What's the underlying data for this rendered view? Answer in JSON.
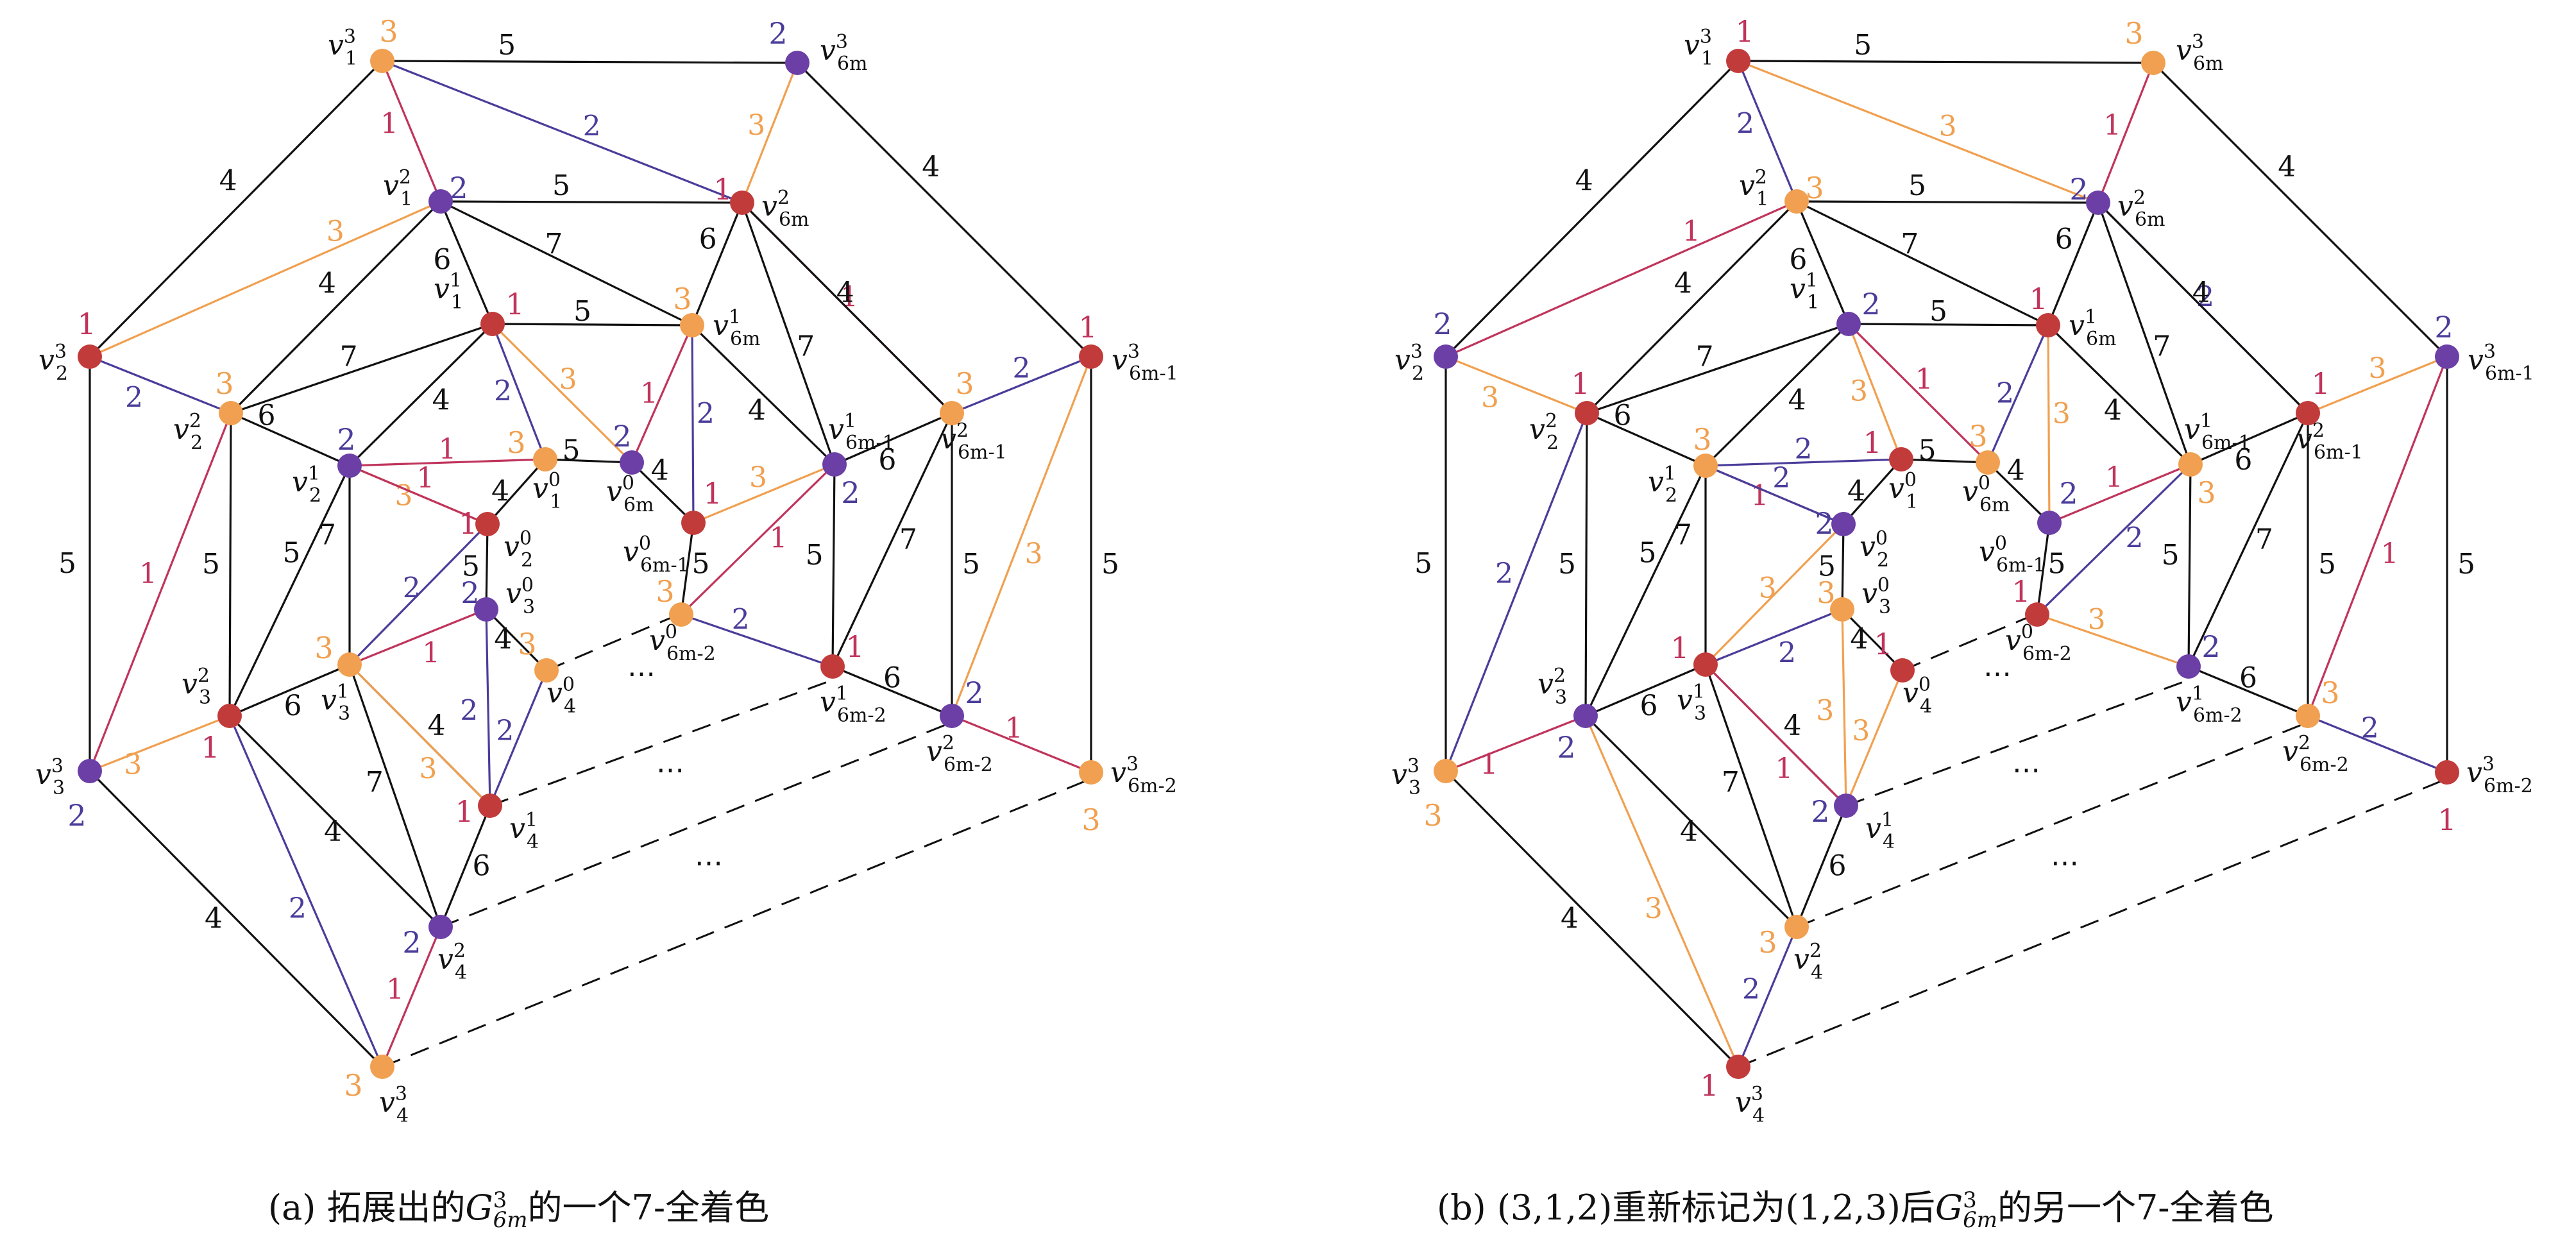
{
  "colors": {
    "c1": "#c0345c",
    "c2": "#4a3d9a",
    "c3": "#f0a050",
    "black": "#111111",
    "v_red": "#c23b3b",
    "v_purple": "#6b3fa6",
    "v_orange": "#f0a050"
  },
  "vertex_labels": {
    "v1_3": "v",
    "v1_3_sup": "3",
    "v1_3_sub": "1",
    "v6m_3": "v",
    "v6m_3_sup": "3",
    "v6m_3_sub": "6m",
    "v1_2": "v",
    "v1_2_sup": "2",
    "v1_2_sub": "1",
    "v6m_2": "v",
    "v6m_2_sup": "2",
    "v6m_2_sub": "6m",
    "v1_1": "v",
    "v1_1_sup": "1",
    "v1_1_sub": "1",
    "v6m_1": "v",
    "v6m_1_sup": "1",
    "v6m_1_sub": "6m",
    "v2_3": "v",
    "v2_3_sup": "3",
    "v2_3_sub": "2",
    "v6m1_3": "v",
    "v6m1_3_sup": "3",
    "v6m1_3_sub": "6m-1",
    "v2_2": "v",
    "v2_2_sup": "2",
    "v2_2_sub": "2",
    "v6m1_2": "v",
    "v6m1_2_sup": "2",
    "v6m1_2_sub": "6m-1",
    "v6m1_1": "v",
    "v6m1_1_sup": "1",
    "v6m1_1_sub": "6m-1",
    "v2_1": "v",
    "v2_1_sup": "1",
    "v2_1_sub": "2",
    "v1_0": "v",
    "v1_0_sup": "0",
    "v1_0_sub": "1",
    "v6m_0": "v",
    "v6m_0_sup": "0",
    "v6m_0_sub": "6m",
    "v2_0": "v",
    "v2_0_sup": "0",
    "v2_0_sub": "2",
    "v6m1_0": "v",
    "v6m1_0_sup": "0",
    "v6m1_0_sub": "6m-1",
    "v3_0": "v",
    "v3_0_sup": "0",
    "v3_0_sub": "3",
    "v4_0": "v",
    "v4_0_sup": "0",
    "v4_0_sub": "4",
    "v6m2_0": "v",
    "v6m2_0_sup": "0",
    "v6m2_0_sub": "6m-2",
    "v3_1": "v",
    "v3_1_sup": "1",
    "v3_1_sub": "3",
    "v6m2_1": "v",
    "v6m2_1_sup": "1",
    "v6m2_1_sub": "6m-2",
    "v3_2": "v",
    "v3_2_sup": "2",
    "v3_2_sub": "3",
    "v6m2_2": "v",
    "v6m2_2_sup": "2",
    "v6m2_2_sub": "6m-2",
    "v3_3": "v",
    "v3_3_sup": "3",
    "v3_3_sub": "3",
    "v6m2_3": "v",
    "v6m2_3_sup": "3",
    "v6m2_3_sub": "6m-2",
    "v4_1": "v",
    "v4_1_sup": "1",
    "v4_1_sub": "4",
    "v4_2": "v",
    "v4_2_sup": "2",
    "v4_2_sub": "4",
    "v4_3": "v",
    "v4_3_sup": "3",
    "v4_3_sub": "4"
  },
  "ellipsis": "⋯",
  "captions": {
    "a_prefix": "(a) 拓展出的",
    "a_G": "G",
    "a_sup": "3",
    "a_sub": "6m",
    "a_suffix": "的一个7-全着色",
    "b_prefix": "(b) (3,1,2)重新标记为(1,2,3)后",
    "b_G": "G",
    "b_sup": "3",
    "b_sub": "6m",
    "b_suffix": "的另一个7-全着色"
  },
  "panel_a": {
    "vertex_colors": {
      "v1_3": "3",
      "v6m_3": "2",
      "v1_2": "2",
      "v6m_2": "1",
      "v1_1": "1",
      "v6m_1": "3",
      "v2_3": "1",
      "v6m1_3": "1",
      "v2_2": "3",
      "v6m1_2": "3",
      "v6m1_1": "2",
      "v2_1": "2",
      "v1_0": "3",
      "v6m_0": "2",
      "v2_0": "1",
      "v6m1_0": "1",
      "v3_0": "2",
      "v4_0": "3",
      "v6m2_0": "3",
      "v6m2_1": "1",
      "v3_1": "3",
      "v3_2": "1",
      "v6m2_2": "2",
      "v3_3": "2",
      "v6m2_3": "3",
      "v4_1": "1",
      "v4_2": "2",
      "v4_3": "3"
    },
    "edge_colors": {
      "v1_3-v6m_3": "5",
      "v1_3-v1_2": "1",
      "v1_3-v6m_2": "2",
      "v6m_3-v6m_2": "3",
      "v6m_3-v6m1_3": "4",
      "v1_3-v2_3": "4",
      "v1_2-v6m_2": "5",
      "v1_2-v2_3": "3",
      "v1_2-v1_1": "6",
      "v1_2-v6m_1": "7",
      "v6m_2-v6m_1": "6",
      "v6m_2-v6m1_1": "7",
      "v6m_2-v6m1_2": "1",
      "v6m_2-v6m1_2b": "4",
      "v1_2-v2_2": "4",
      "v2_3-v2_2": "2",
      "v2_3-v3_3": "5",
      "v1_1-v6m_1": "5",
      "v1_1-v2_1": "4",
      "v1_1-v1_0": "2",
      "v1_1-v6m_0": "3",
      "v6m_1-v6m_0": "1",
      "v6m_1-v6m1_0": "2",
      "v6m_1-v6m1_1": "4",
      "v6m1_3-v6m1_2": "2",
      "v6m1_3-v6m2_3": "5",
      "v6m1_3-v6m2_2": "3",
      "v2_2-v2_1": "6",
      "v2_2-v1_1": "7",
      "v2_2-v3_2": "5",
      "v2_2-v3_3": "1",
      "v6m1_2-v6m1_1": "6",
      "v6m1_2-v6m2_1": "7",
      "v6m1_2-v6m2_2": "5",
      "v2_1-v1_0": "1",
      "v2_1-v2_0": "3",
      "v2_1-v3_1": "7",
      "v2_1-v3_2": "5",
      "v1_0-v6m_0": "5",
      "v1_0-v2_0": "4",
      "v6m_0-v6m1_0": "4",
      "v6m1_0-v6m1_1": "3",
      "v6m1_0-v6m2_0": "5",
      "v6m1_1-v6m2_1": "5",
      "v6m1_1-v6m2_0": "1",
      "v2_0-v3_0": "5",
      "v2_0-v2_1b": "1",
      "v2_0-v3_1": "2",
      "v3_0-v4_0": "4",
      "v3_0-v4_1": "2",
      "v3_0-v3_1": "1",
      "v4_0-v4_1": "2",
      "v6m2_0-v6m2_1": "2",
      "v6m2_1-v6m2_2": "6",
      "v6m2_2-v6m2_3": "1",
      "v3_1-v3_2": "6",
      "v3_1-v4_1": "4",
      "v3_1-v4_2": "7",
      "v3_1-v4_1b": "3",
      "v3_2-v3_3": "3",
      "v3_2-v4_2": "4",
      "v3_2-v4_3": "2",
      "v4_1-v4_2": "6",
      "v4_2-v4_3": "1",
      "v3_3-v4_3": "4"
    }
  },
  "panel_b": {
    "vertex_colors": {
      "v1_3": "1",
      "v6m_3": "3",
      "v1_2": "3",
      "v6m_2": "2",
      "v1_1": "2",
      "v6m_1": "1",
      "v2_3": "2",
      "v6m1_3": "2",
      "v2_2": "1",
      "v6m1_2": "1",
      "v6m1_1": "3",
      "v2_1": "3",
      "v1_0": "1",
      "v6m_0": "3",
      "v2_0": "2",
      "v6m1_0": "2",
      "v3_0": "3",
      "v4_0": "1",
      "v6m2_0": "1",
      "v6m2_1": "2",
      "v3_1": "1",
      "v3_2": "2",
      "v6m2_2": "3",
      "v3_3": "3",
      "v6m2_3": "1",
      "v4_1": "2",
      "v4_2": "3",
      "v4_3": "1"
    },
    "edge_colors": {
      "v1_3-v6m_3": "5",
      "v1_3-v1_2": "2",
      "v1_3-v6m_2": "3",
      "v6m_3-v6m_2": "1",
      "v6m_3-v6m1_3": "4",
      "v1_3-v2_3": "4",
      "v1_2-v6m_2": "5",
      "v1_2-v2_3": "1",
      "v1_2-v1_1": "6",
      "v1_2-v6m_1": "7",
      "v6m_2-v6m_1": "6",
      "v6m_2-v6m1_1": "7",
      "v6m_2-v6m1_2": "2",
      "v6m_2-v6m1_2b": "4",
      "v1_2-v2_2": "4",
      "v2_3-v2_2": "3",
      "v2_3-v3_3": "5",
      "v1_1-v6m_1": "5",
      "v1_1-v2_1": "4",
      "v1_1-v1_0": "3",
      "v1_1-v6m_0": "1",
      "v6m_1-v6m_0": "2",
      "v6m_1-v6m1_0": "3",
      "v6m_1-v6m1_1": "4",
      "v6m1_3-v6m1_2": "3",
      "v6m1_3-v6m2_3": "5",
      "v6m1_3-v6m2_2": "1",
      "v2_2-v2_1": "6",
      "v2_2-v1_1": "7",
      "v2_2-v3_2": "5",
      "v2_2-v3_3": "2",
      "v6m1_2-v6m1_1": "6",
      "v6m1_2-v6m2_1": "7",
      "v6m1_2-v6m2_2": "5",
      "v2_1-v1_0": "2",
      "v2_1-v2_0": "1",
      "v2_1-v3_1": "7",
      "v2_1-v3_2": "5",
      "v1_0-v6m_0": "5",
      "v1_0-v2_0": "4",
      "v6m_0-v6m1_0": "4",
      "v6m1_0-v6m1_1": "1",
      "v6m1_0-v6m2_0": "5",
      "v6m1_1-v6m2_1": "5",
      "v6m1_1-v6m2_0": "2",
      "v2_0-v3_0": "5",
      "v2_0-v2_1b": "2",
      "v2_0-v3_1": "3",
      "v3_0-v4_0": "4",
      "v3_0-v4_1": "3",
      "v3_0-v3_1": "2",
      "v4_0-v4_1": "3",
      "v6m2_0-v6m2_1": "3",
      "v6m2_1-v6m2_2": "6",
      "v6m2_2-v6m2_3": "2",
      "v3_1-v3_2": "6",
      "v3_1-v4_1": "4",
      "v3_1-v4_2": "7",
      "v3_1-v4_1b": "1",
      "v3_2-v3_3": "1",
      "v3_2-v4_2": "4",
      "v3_2-v4_3": "3",
      "v4_1-v4_2": "6",
      "v4_2-v4_3": "2",
      "v3_3-v4_3": "4"
    }
  }
}
